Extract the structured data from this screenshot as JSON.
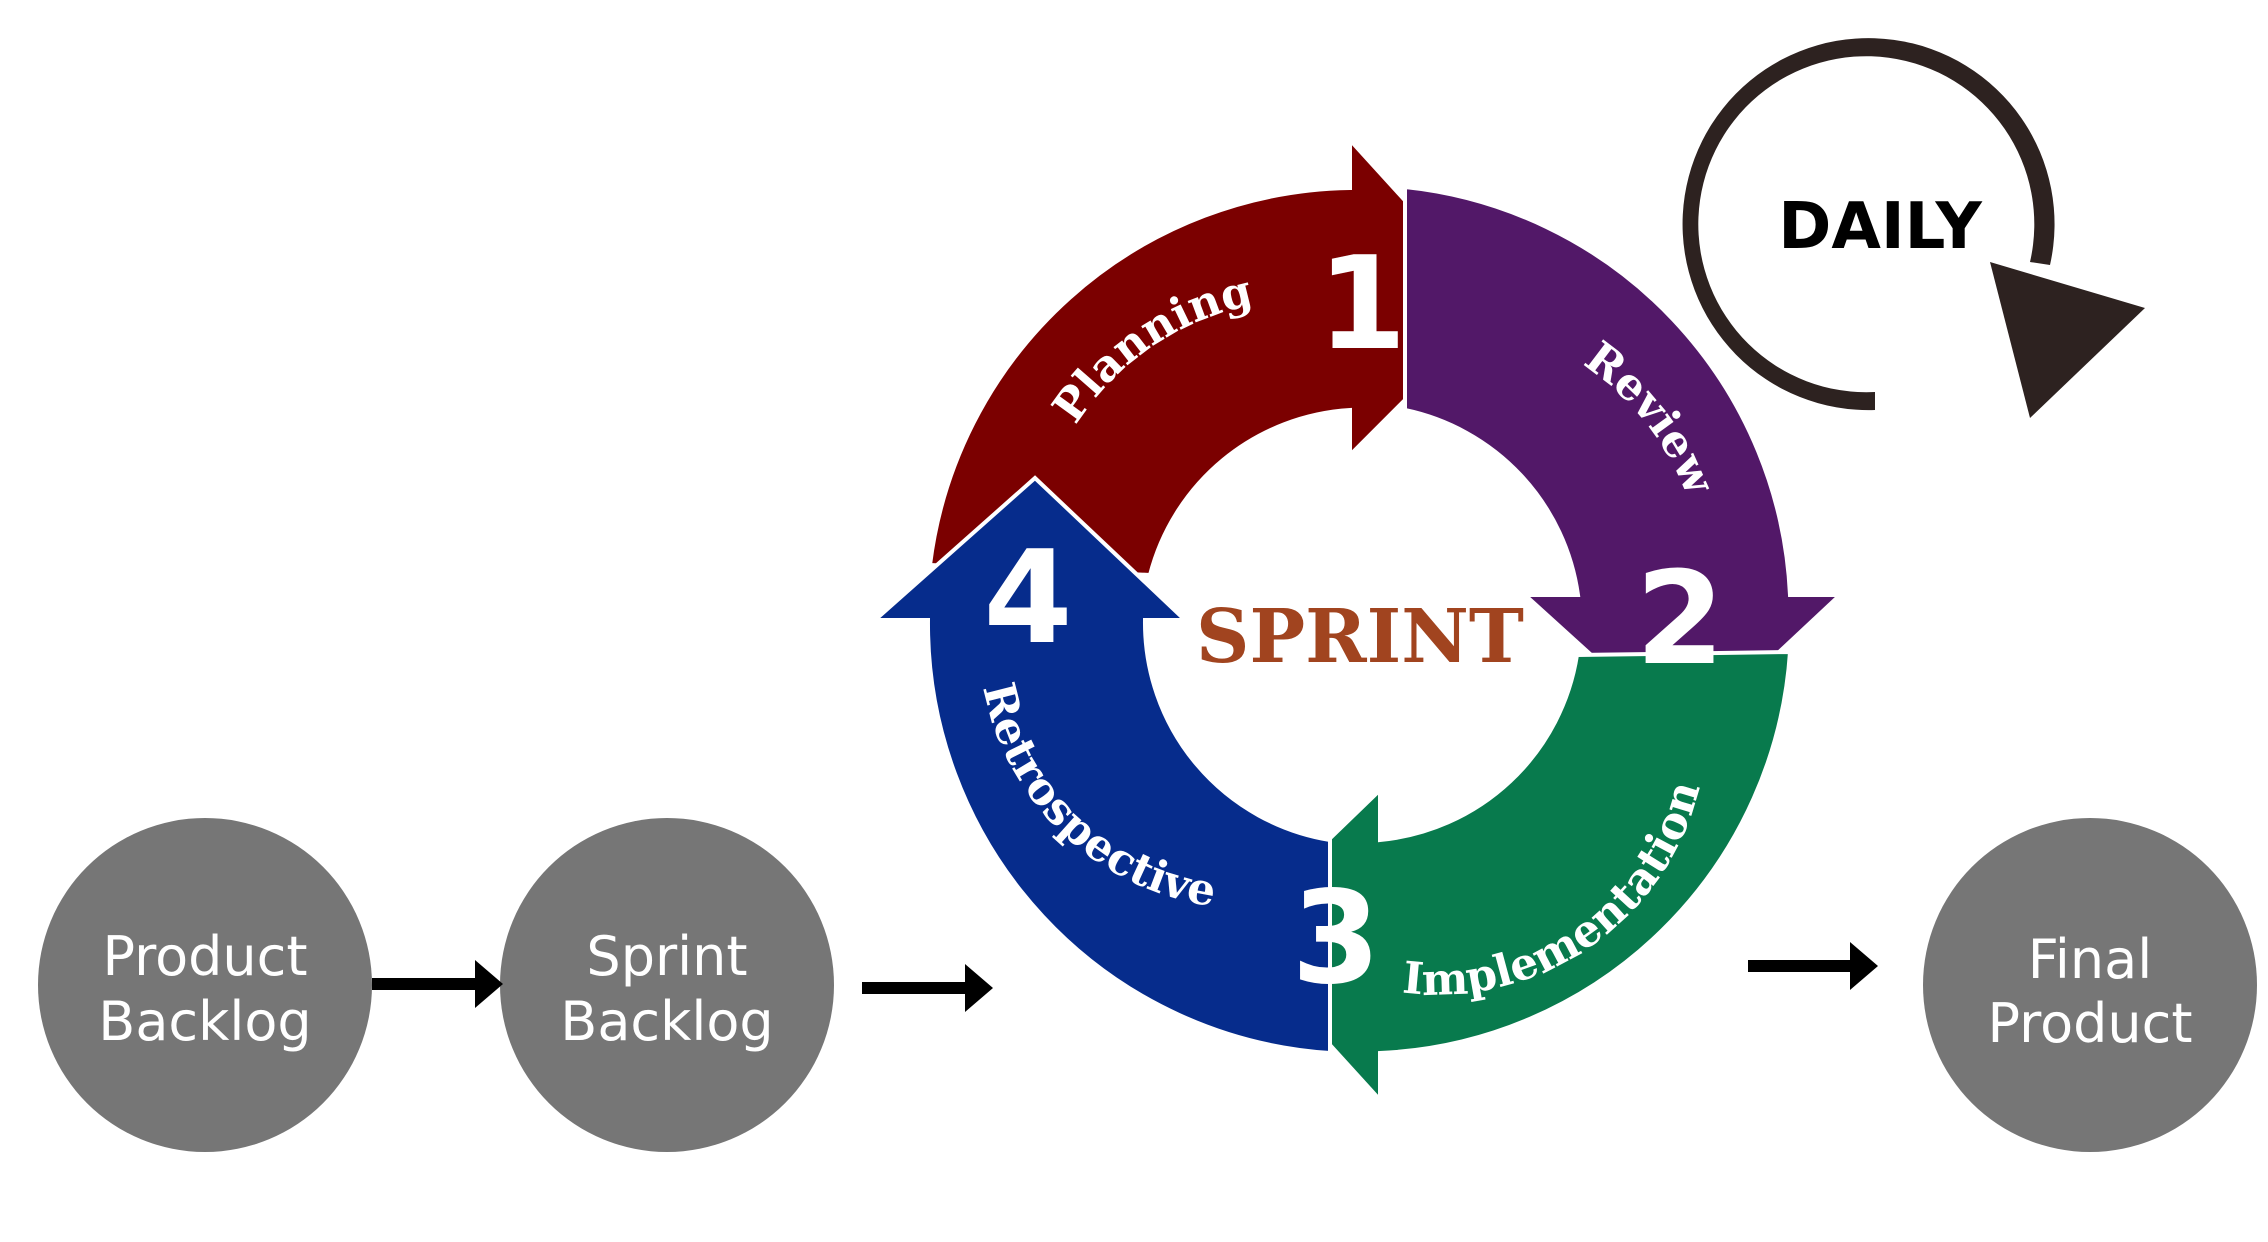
{
  "colors": {
    "planning": "#7b0000",
    "review": "#521868",
    "implementation": "#087a4d",
    "retrospective": "#062c8c",
    "node": "#767676",
    "daily_arrow": "#2d2220",
    "sprint_text": "#a1441f",
    "connector": "#000000"
  },
  "sprint": {
    "label": "SPRINT"
  },
  "daily": {
    "label": "DAILY"
  },
  "phases": [
    {
      "number": "1",
      "label": "Planning"
    },
    {
      "number": "2",
      "label": "Review"
    },
    {
      "number": "3",
      "label": "Implementation"
    },
    {
      "number": "4",
      "label": "Retrospective"
    }
  ],
  "nodes": [
    {
      "line1": "Product",
      "line2": "Backlog"
    },
    {
      "line1": "Sprint",
      "line2": "Backlog"
    },
    {
      "line1": "Final",
      "line2": "Product"
    }
  ]
}
